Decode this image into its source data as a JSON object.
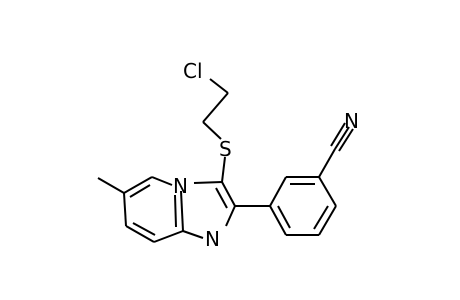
{
  "molecule": {
    "atom_labels": {
      "chlorine": "Cl",
      "sulfur": "S",
      "ring_nitrogen_bridgehead": "N",
      "ring_nitrogen_imine": "N",
      "nitrile_nitrogen": "N"
    }
  },
  "colors": {
    "background": "#ffffff",
    "ink": "#000000"
  }
}
